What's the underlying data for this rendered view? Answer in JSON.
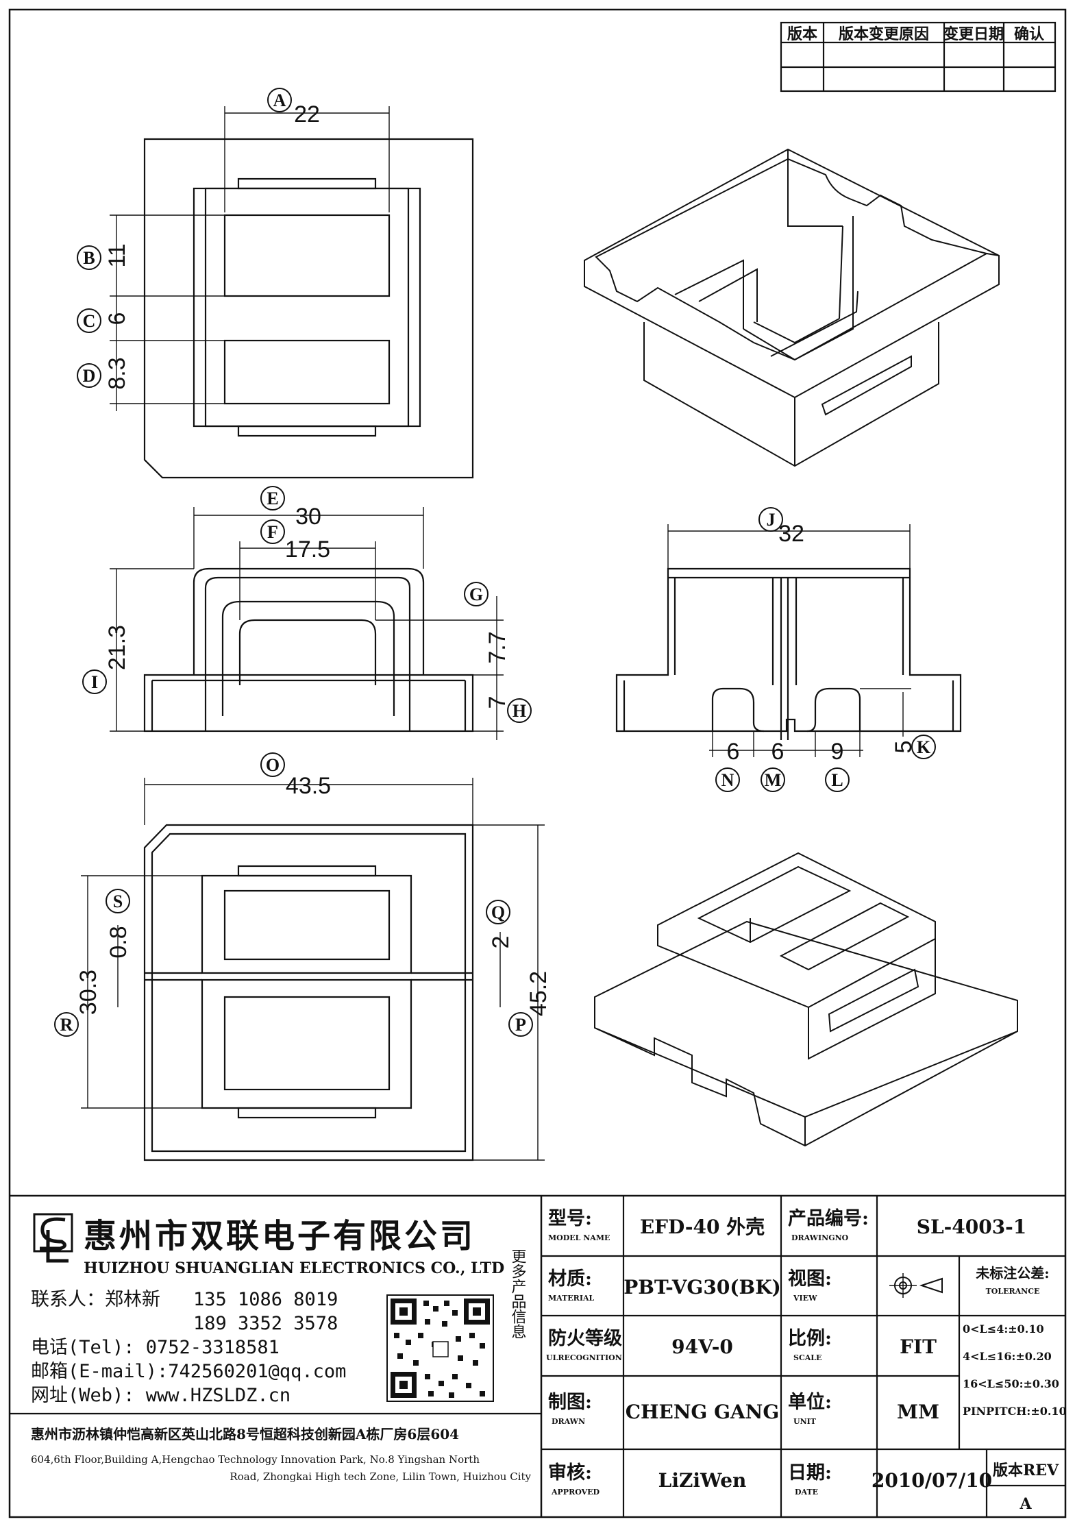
{
  "revision_table": {
    "headers": [
      "版本",
      "版本变更原因",
      "变更日期",
      "确认"
    ]
  },
  "dimensions": {
    "A": "22",
    "B": "11",
    "C": "6",
    "D": "8.3",
    "E": "30",
    "F": "17.5",
    "G": "7.7",
    "H": "7",
    "I": "21.3",
    "J": "32",
    "K": "5",
    "L": "9",
    "M": "6",
    "N": "6",
    "O": "43.5",
    "P": "45.2",
    "Q": "2",
    "R": "30.3",
    "S": "0.8"
  },
  "dimension_letters": [
    "A",
    "B",
    "C",
    "D",
    "E",
    "F",
    "G",
    "H",
    "I",
    "J",
    "K",
    "L",
    "M",
    "N",
    "O",
    "P",
    "Q",
    "R",
    "S"
  ],
  "company": {
    "name_cn": "惠州市双联电子有限公司",
    "name_en": "HUIZHOU SHUANGLIAN ELECTRONICS CO., LTD",
    "contact_label": "联系人：郑林新",
    "phone1": "135 1086 8019",
    "phone2": "189 3352 3578",
    "tel": "电话(Tel): 0752-3318581",
    "email": "邮箱(E-mail):742560201@qq.com",
    "web": "网址(Web): www.HZSLDZ.cn",
    "more_products": "更多产品信息",
    "address_cn": "惠州市沥林镇仲恺高新区英山北路8号恒超科技创新园A栋厂房6层604",
    "address_en_1": "604,6th Floor,Building A,Hengchao Technology Innovation Park, No.8 Yingshan North",
    "address_en_2": "Road, Zhongkai High tech Zone, Lilin Town, Huizhou City"
  },
  "title_block": {
    "model_label": "型号:",
    "model_sub": "MODEL NAME",
    "model_value": "EFD-40 外壳",
    "drawing_label": "产品编号:",
    "drawing_sub": "DRAWINGNO",
    "drawing_value": "SL-4003-1",
    "material_label": "材质:",
    "material_sub": "MATERIAL",
    "material_value": "PBT-VG30(BK)",
    "view_label": "视图:",
    "view_sub": "VIEW",
    "tolerance_label": "未标注公差:",
    "tolerance_sub": "TOLERANCE",
    "fire_label": "防火等级",
    "fire_sub": "ULRECOGNITION",
    "fire_value": "94V-0",
    "scale_label": "比例:",
    "scale_sub": "SCALE",
    "scale_value": "FIT",
    "drawn_label": "制图:",
    "drawn_sub": "DRAWN",
    "drawn_value": "CHENG GANG",
    "unit_label": "单位:",
    "unit_sub": "UNIT",
    "unit_value": "MM",
    "approved_label": "审核:",
    "approved_sub": "APPROVED",
    "approved_value": "LiZiWen",
    "date_label": "日期:",
    "date_sub": "DATE",
    "date_value": "2010/07/10",
    "rev_label": "版本REV",
    "rev_value": "A",
    "tolerances": [
      "0<L≤4:±0.10",
      "4<L≤16:±0.20",
      "16<L≤50:±0.30",
      "PINPITCH:±0.10"
    ]
  }
}
